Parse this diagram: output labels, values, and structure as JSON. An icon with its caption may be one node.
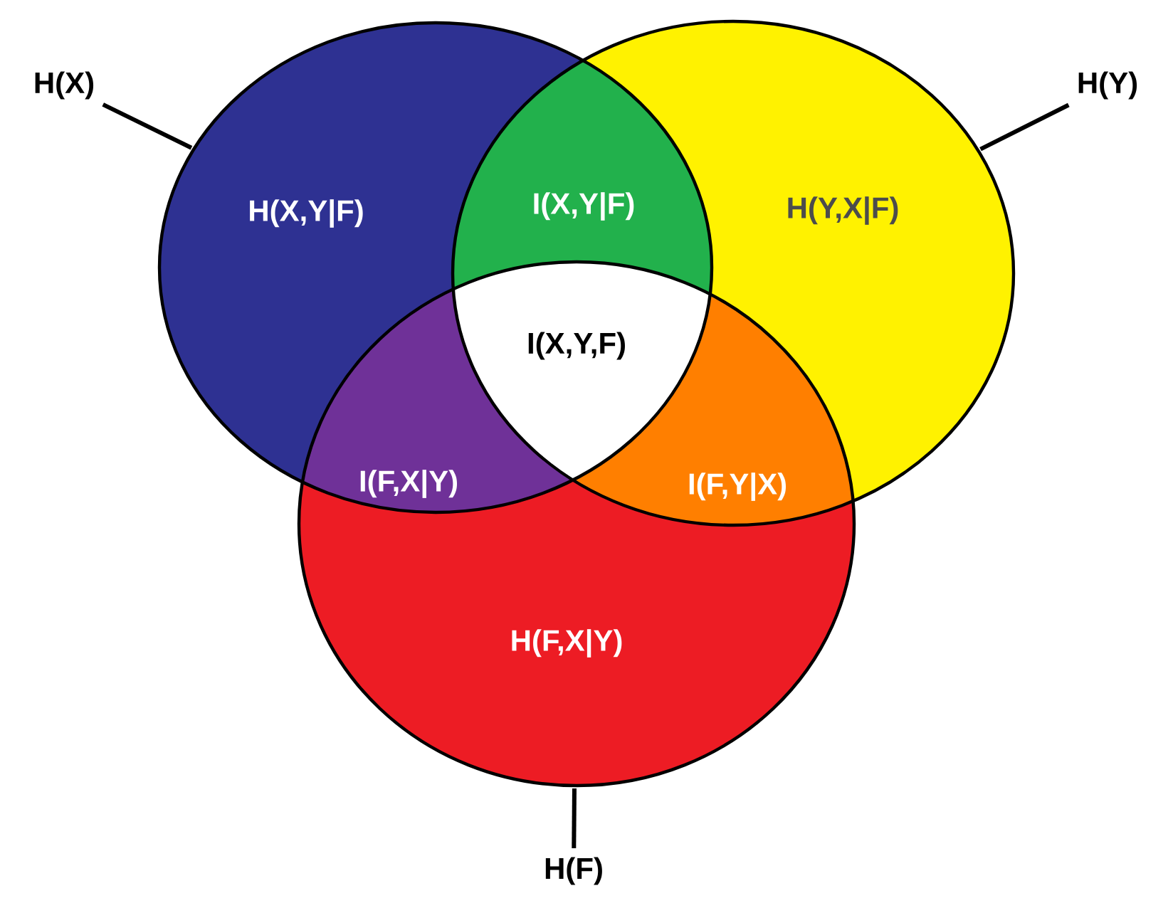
{
  "diagram": {
    "nodes": [
      {
        "text": [
          "H(X)"
        ]
      },
      {
        "text": [
          "H(Y)"
        ]
      },
      {
        "text": [],
        "shape": "circle"
      },
      {
        "text": [],
        "shape": "circle"
      },
      {
        "text": [],
        "shape": "circle"
      },
      {
        "text": [
          "H(F)"
        ]
      }
    ],
    "edges": [
      {
        "from": 0,
        "to": 2,
        "arrow": "none"
      },
      {
        "from": 1,
        "to": 3,
        "arrow": "none"
      },
      {
        "from": 5,
        "to": 4,
        "arrow": "none"
      }
    ],
    "labels": [
      "H(X,Y|F)",
      "I(X,Y|F)",
      "H(Y,X|F)",
      "I(X,Y,F)",
      "I(F,X|Y)",
      "I(F,Y|X)",
      "H(F,X|Y)"
    ]
  }
}
